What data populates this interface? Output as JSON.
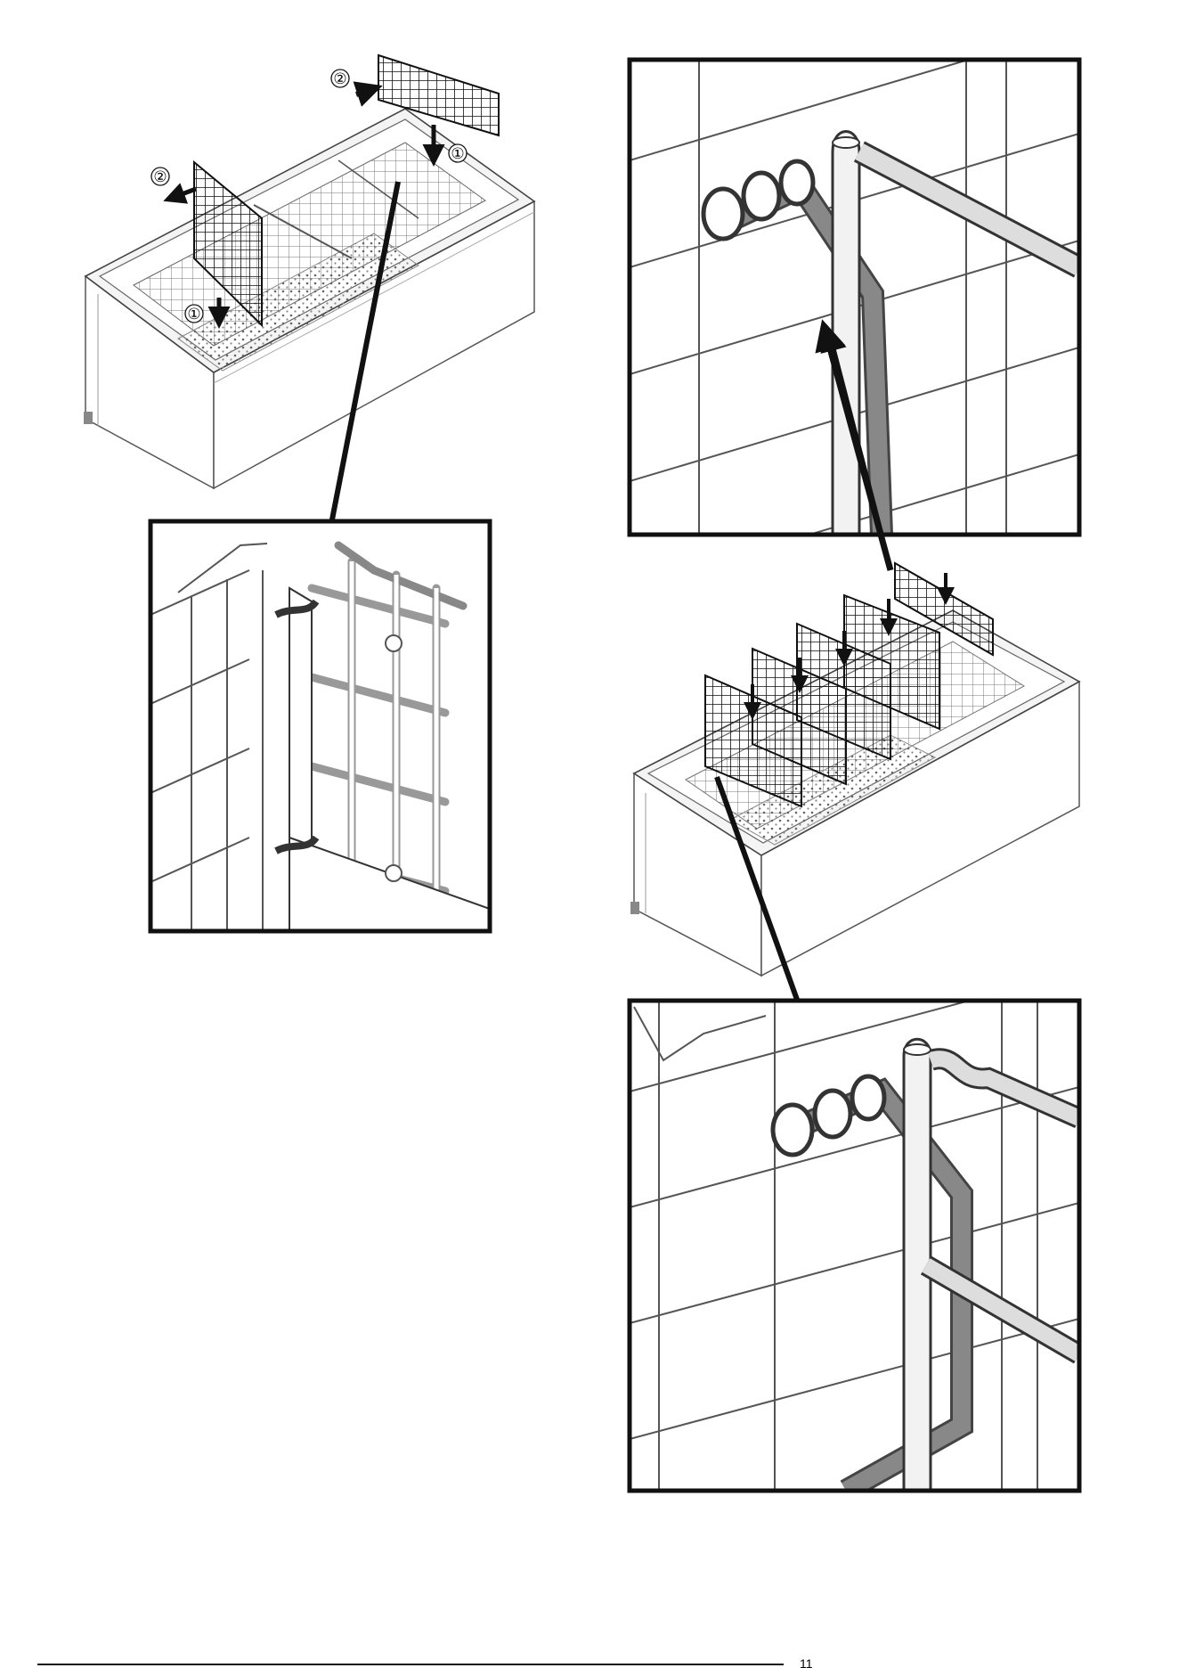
{
  "step_labels": {
    "top_grid_step2": "②",
    "top_grid_step1": "①",
    "left_grid_step2": "②",
    "left_grid_step1": "①"
  },
  "footer": {
    "page_number": "11"
  }
}
